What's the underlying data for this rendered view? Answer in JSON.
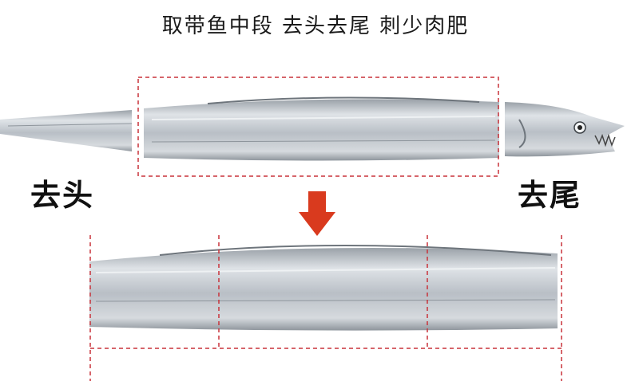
{
  "title": "取带鱼中段 去头去尾 刺少肉肥",
  "labels": {
    "remove_head": "去头",
    "remove_tail": "去尾"
  },
  "colors": {
    "dashed_guide": "#c8323a",
    "arrow": "#d93a1e",
    "fish_silver": "#c9ced4",
    "fish_dark": "#7d848c"
  }
}
